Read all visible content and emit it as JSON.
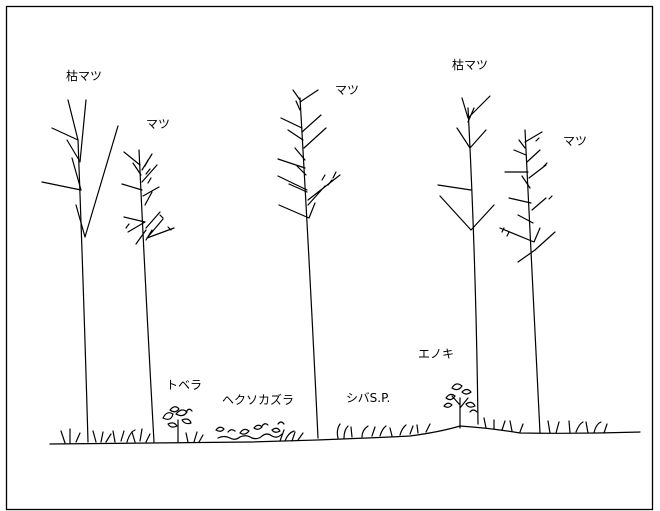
{
  "labels": {
    "dead_pine_1": "枯マツ",
    "pine_1": "マツ",
    "pine_2": "マツ",
    "dead_pine_2": "枯マツ",
    "pine_3": "マツ",
    "tobera": "トベラ",
    "hekusokazura": "ヘクソカズラ",
    "shiba": "シバS.P.",
    "enoki": "エノキ"
  }
}
